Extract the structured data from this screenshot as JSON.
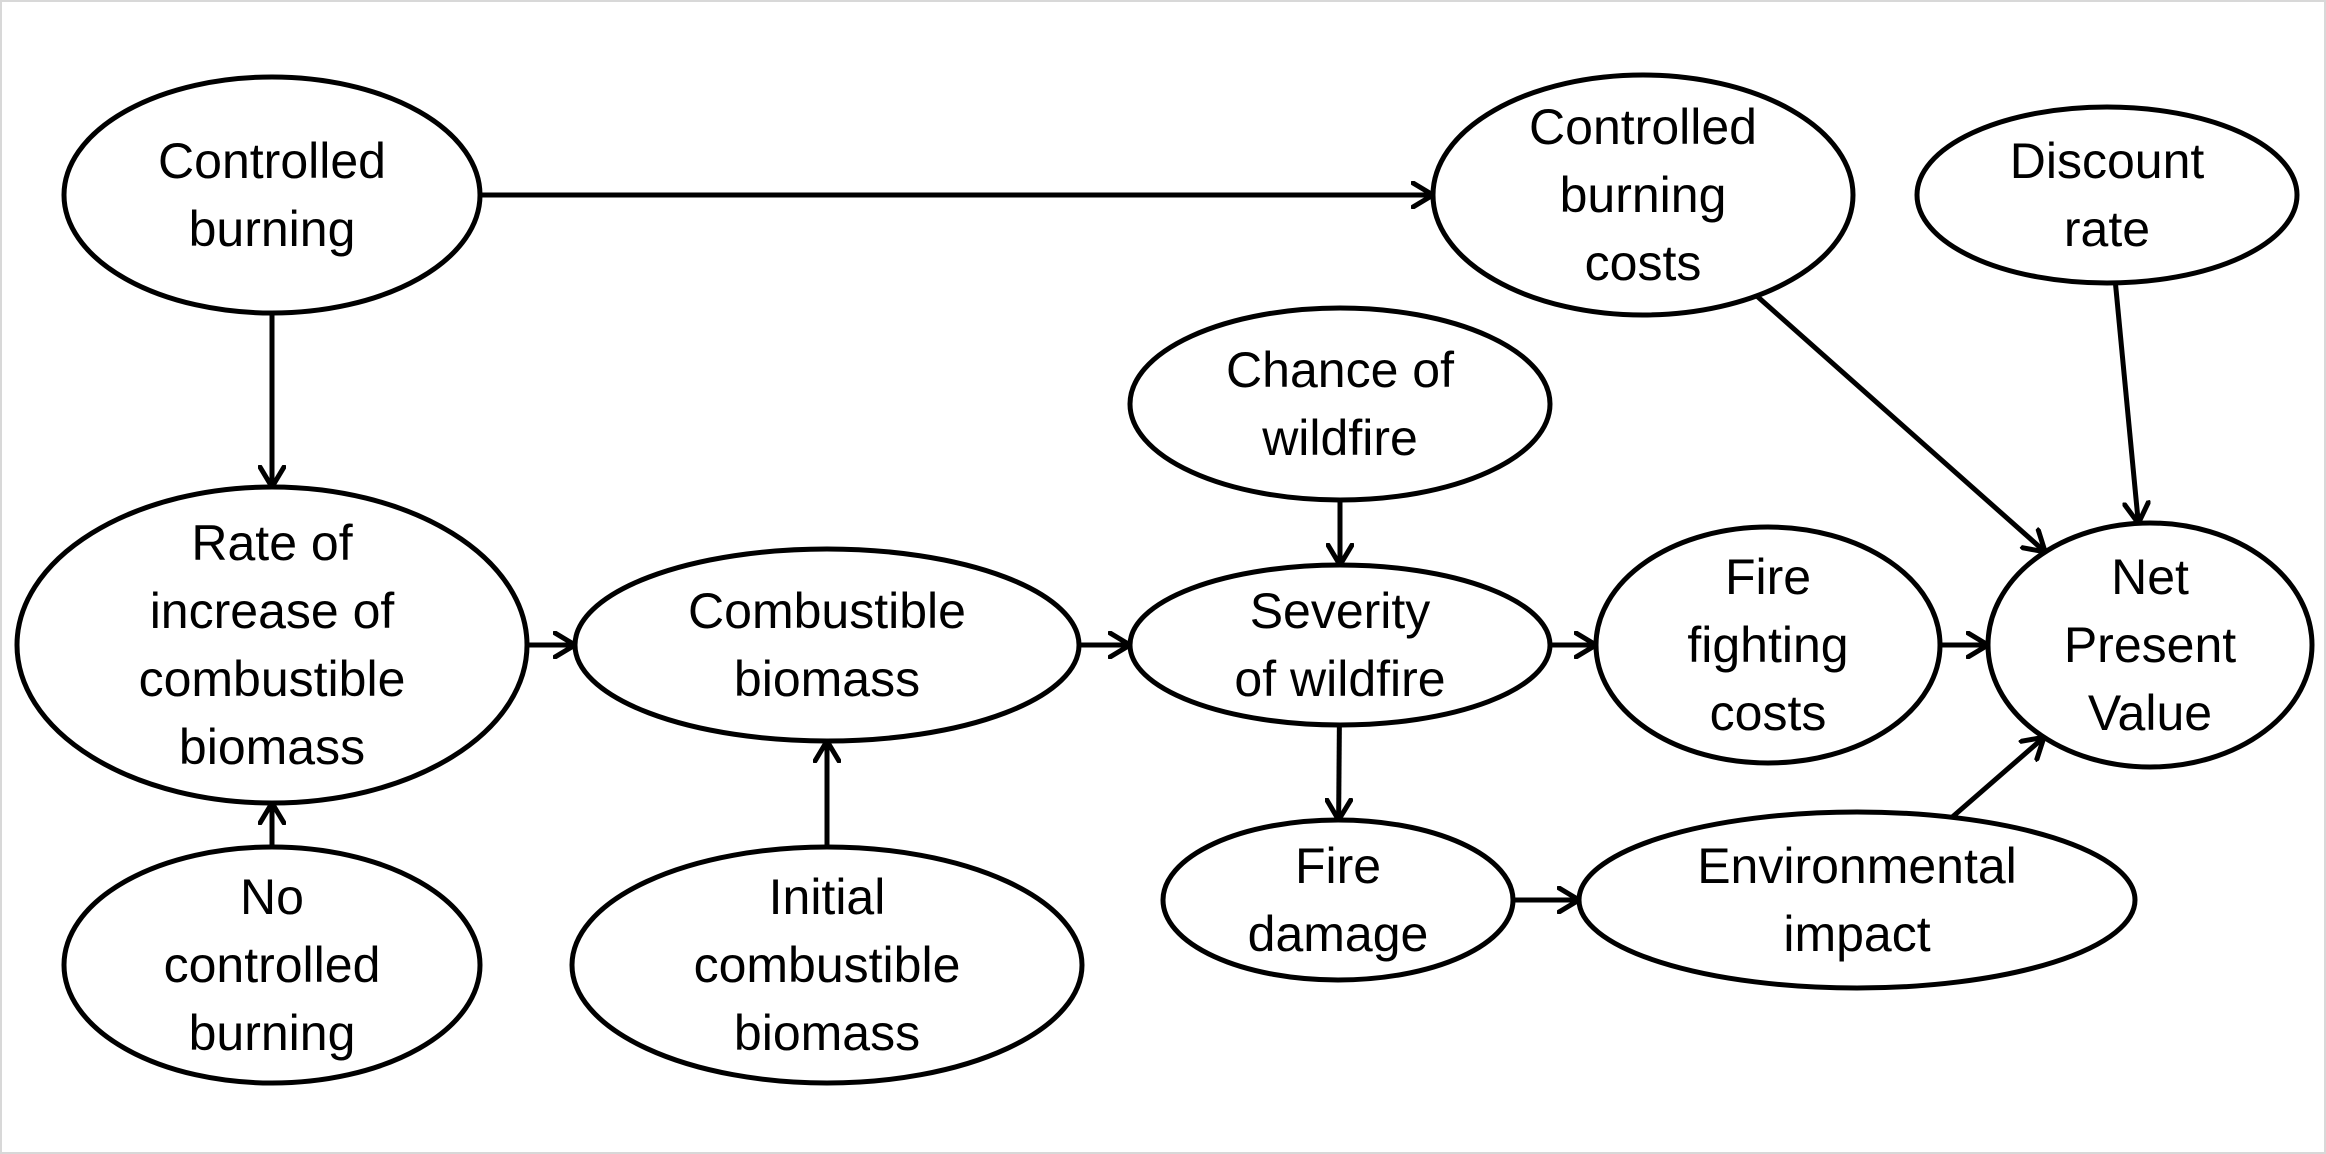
{
  "nodes": [
    {
      "id": "controlled-burning",
      "lines": [
        "Controlled",
        "burning"
      ]
    },
    {
      "id": "controlled-burning-costs",
      "lines": [
        "Controlled",
        "burning",
        "costs"
      ]
    },
    {
      "id": "discount-rate",
      "lines": [
        "Discount",
        "rate"
      ]
    },
    {
      "id": "chance-of-wildfire",
      "lines": [
        "Chance of",
        "wildfire"
      ]
    },
    {
      "id": "rate-of-increase",
      "lines": [
        "Rate of",
        "increase of",
        "combustible",
        "biomass"
      ]
    },
    {
      "id": "combustible-biomass",
      "lines": [
        "Combustible",
        "biomass"
      ]
    },
    {
      "id": "severity-of-wildfire",
      "lines": [
        "Severity",
        "of wildfire"
      ]
    },
    {
      "id": "fire-fighting-costs",
      "lines": [
        "Fire",
        "fighting",
        "costs"
      ]
    },
    {
      "id": "net-present-value",
      "lines": [
        "Net",
        "Present",
        "Value"
      ]
    },
    {
      "id": "no-controlled-burning",
      "lines": [
        "No",
        "controlled",
        "burning"
      ]
    },
    {
      "id": "initial-combustible-biomass",
      "lines": [
        "Initial",
        "combustible",
        "biomass"
      ]
    },
    {
      "id": "fire-damage",
      "lines": [
        "Fire",
        "damage"
      ]
    },
    {
      "id": "environmental-impact",
      "lines": [
        "Environmental",
        "impact"
      ]
    }
  ],
  "edges": [
    {
      "from": "controlled-burning",
      "to": "controlled-burning-costs"
    },
    {
      "from": "controlled-burning",
      "to": "rate-of-increase"
    },
    {
      "from": "controlled-burning-costs",
      "to": "net-present-value"
    },
    {
      "from": "discount-rate",
      "to": "net-present-value"
    },
    {
      "from": "chance-of-wildfire",
      "to": "severity-of-wildfire"
    },
    {
      "from": "rate-of-increase",
      "to": "combustible-biomass"
    },
    {
      "from": "combustible-biomass",
      "to": "severity-of-wildfire"
    },
    {
      "from": "severity-of-wildfire",
      "to": "fire-fighting-costs"
    },
    {
      "from": "fire-fighting-costs",
      "to": "net-present-value"
    },
    {
      "from": "no-controlled-burning",
      "to": "rate-of-increase"
    },
    {
      "from": "initial-combustible-biomass",
      "to": "combustible-biomass"
    },
    {
      "from": "severity-of-wildfire",
      "to": "fire-damage"
    },
    {
      "from": "fire-damage",
      "to": "environmental-impact"
    },
    {
      "from": "environmental-impact",
      "to": "net-present-value"
    }
  ],
  "colors": {
    "stroke": "#000000",
    "fill": "#ffffff",
    "background": "#ffffff"
  }
}
